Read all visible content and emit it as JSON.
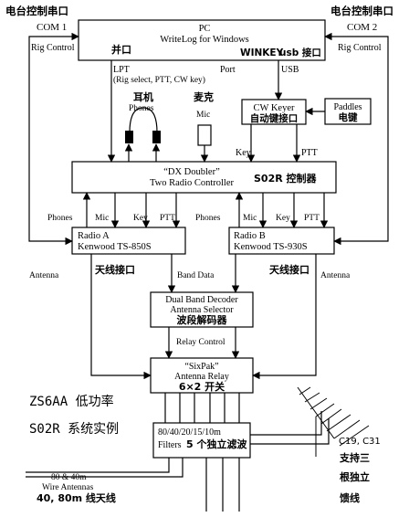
{
  "top": {
    "left_cn": "电台控制串口",
    "left_port": "COM 1",
    "right_cn": "电台控制串口",
    "right_port": "COM 2",
    "rig_control_left": "Rig Control",
    "rig_control_right": "Rig Control"
  },
  "pc": {
    "title": "PC",
    "subtitle": "WriteLog for Windows",
    "parallel_cn": "并口",
    "winkey": "WINKEY",
    "usb_cn": "usb 接口",
    "lpt": "LPT",
    "lpt_detail": "(Rig select, PTT, CW key)",
    "port": "Port",
    "usb": "USB"
  },
  "cw_keyer": {
    "title": "CW Keyer",
    "cn": "自动键接口"
  },
  "paddles": {
    "title": "Paddles",
    "cn": "电键"
  },
  "phones": {
    "cn": "耳机",
    "en": "Phones"
  },
  "mic": {
    "cn": "麦克",
    "en": "Mic"
  },
  "keyer_out": {
    "key": "Key",
    "ptt": "PTT"
  },
  "dx_doubler": {
    "title": "“DX Doubler”",
    "subtitle": "Two Radio Controller",
    "cn": "S02R 控制器"
  },
  "lines_mid": {
    "phones_a": "Phones",
    "mic_a": "Mic",
    "key_a": "Key",
    "ptt_a": "PTT",
    "phones_b": "Phones",
    "mic_b": "Mic",
    "key_b": "Key",
    "ptt_b": "PTT"
  },
  "radio_a": {
    "title": "Radio A",
    "model": "Kenwood TS-850S"
  },
  "radio_b": {
    "title": "Radio B",
    "model": "Kenwood TS-930S"
  },
  "antenna_port_cn_left": "天线接口",
  "antenna_port_cn_right": "天线接口",
  "antenna_left": "Antenna",
  "antenna_right": "Antenna",
  "band_data": "Band Data",
  "decoder": {
    "title": "Dual Band Decoder",
    "subtitle": "Antenna Selector",
    "cn": "波段解码器"
  },
  "relay_control": "Relay Control",
  "sixpak": {
    "title": "“SixPak”",
    "subtitle": "Antenna Relay",
    "cn": "6×2 开关"
  },
  "filters": {
    "bands": "80/40/20/15/10m",
    "label": "Filters",
    "cn": "5 个独立滤波"
  },
  "station": {
    "line1": "ZS6AA 低功率",
    "line2": "S02R 系统实例"
  },
  "yagi": {
    "label": "C19, C31",
    "cn1": "支持三",
    "cn2": "根独立",
    "cn3": "馈线"
  },
  "wire": {
    "line1": "80 & 40m",
    "line2": "Wire Antennas",
    "cn": "40, 80m 线天线"
  }
}
